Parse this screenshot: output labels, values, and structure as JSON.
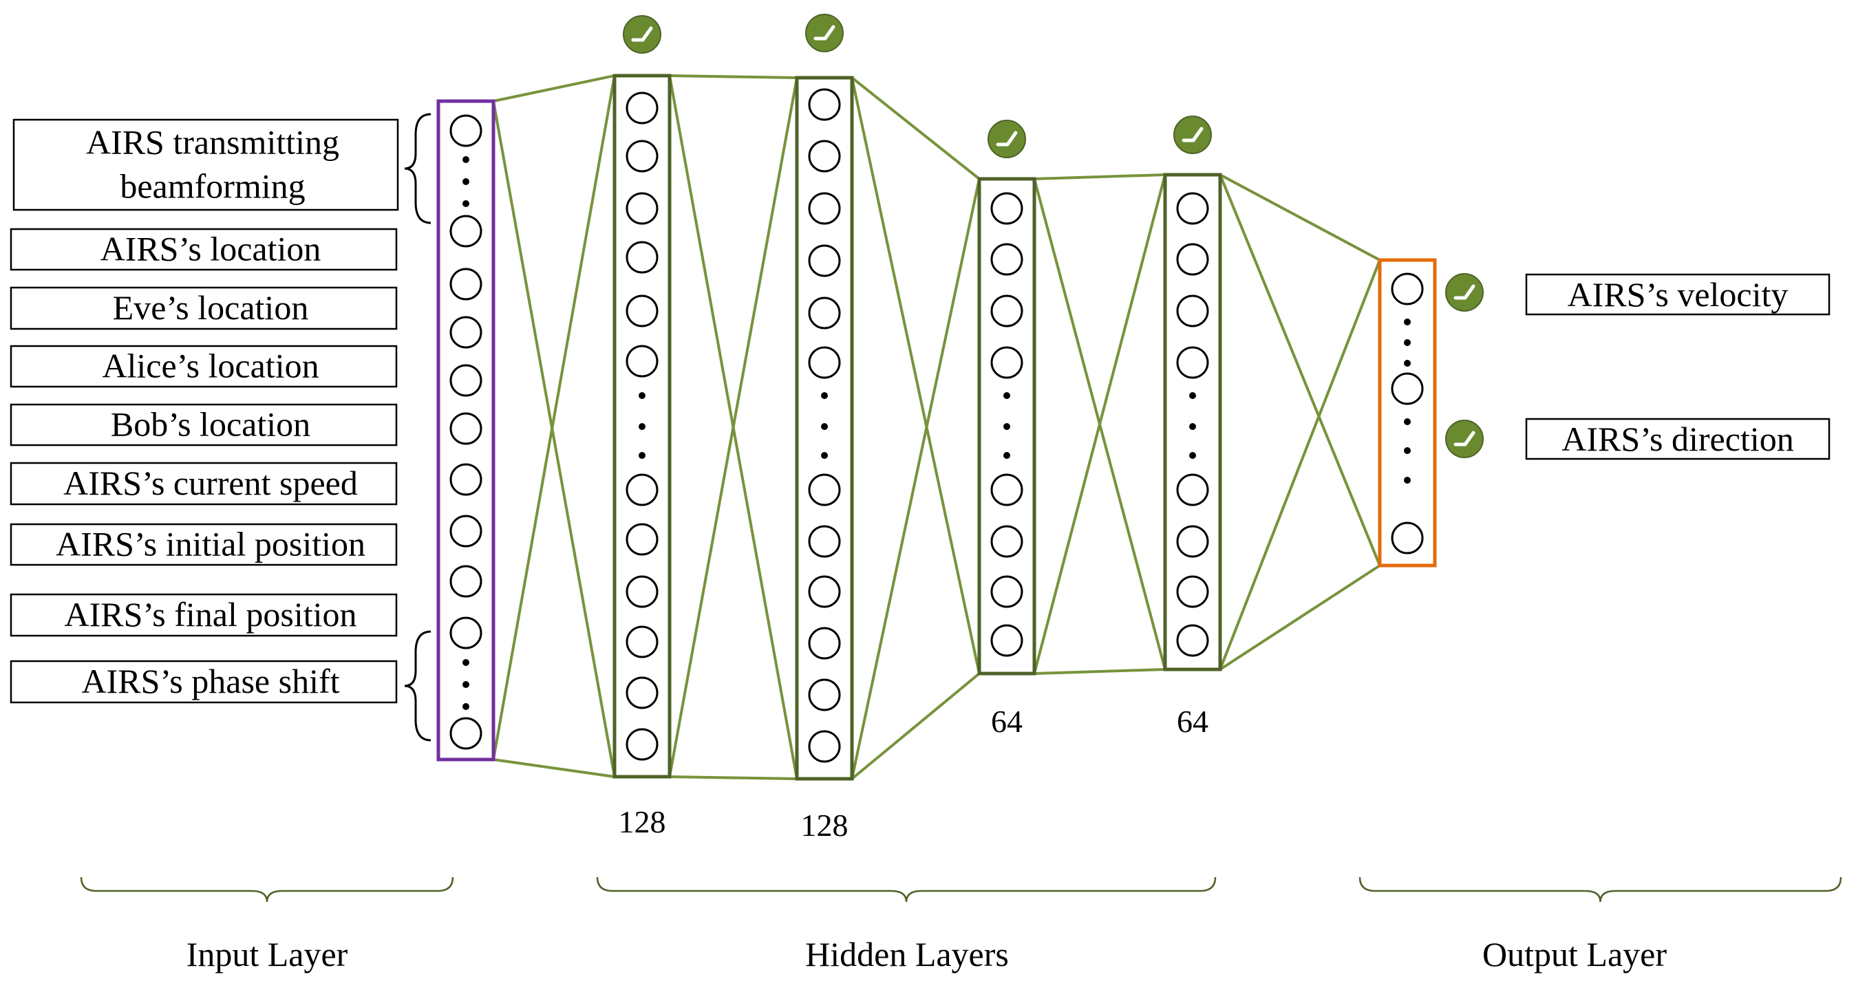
{
  "colors": {
    "connection": "#77933c",
    "hidden_border": "#4f6228",
    "input_border": "#7030a0",
    "output_border": "#e46c0a",
    "activation_fill": "#6a8a30",
    "brace": "#4f6228",
    "text": "#000000"
  },
  "icons": {
    "activation": "relu-activation-icon",
    "neuron": "neuron-circle-icon",
    "brace": "curly-brace-icon"
  },
  "input_features": [
    {
      "label": "AIRS transmitting beamforming",
      "lines": [
        "AIRS transmitting",
        "beamforming"
      ]
    },
    {
      "label": "AIRS’s location",
      "lines": [
        "AIRS’s location"
      ]
    },
    {
      "label": "Eve’s location",
      "lines": [
        "Eve’s location"
      ]
    },
    {
      "label": "Alice’s location",
      "lines": [
        "Alice’s location"
      ]
    },
    {
      "label": "Bob’s location",
      "lines": [
        "Bob’s location"
      ]
    },
    {
      "label": "AIRS’s current speed",
      "lines": [
        "AIRS’s current speed"
      ]
    },
    {
      "label": "AIRS’s initial position",
      "lines": [
        "AIRS’s initial position"
      ]
    },
    {
      "label": "AIRS’s final position",
      "lines": [
        "AIRS’s final position"
      ]
    },
    {
      "label": "AIRS’s phase shift",
      "lines": [
        "AIRS’s phase shift"
      ]
    }
  ],
  "layers": [
    {
      "name": "input",
      "size_label": ""
    },
    {
      "name": "hidden-1",
      "size_label": "128"
    },
    {
      "name": "hidden-2",
      "size_label": "128"
    },
    {
      "name": "hidden-3",
      "size_label": "64"
    },
    {
      "name": "hidden-4",
      "size_label": "64"
    },
    {
      "name": "output",
      "size_label": ""
    }
  ],
  "outputs": [
    {
      "label": "AIRS’s velocity"
    },
    {
      "label": "AIRS’s direction"
    }
  ],
  "sections": {
    "input": "Input Layer",
    "hidden": "Hidden Layers",
    "output": "Output Layer"
  }
}
